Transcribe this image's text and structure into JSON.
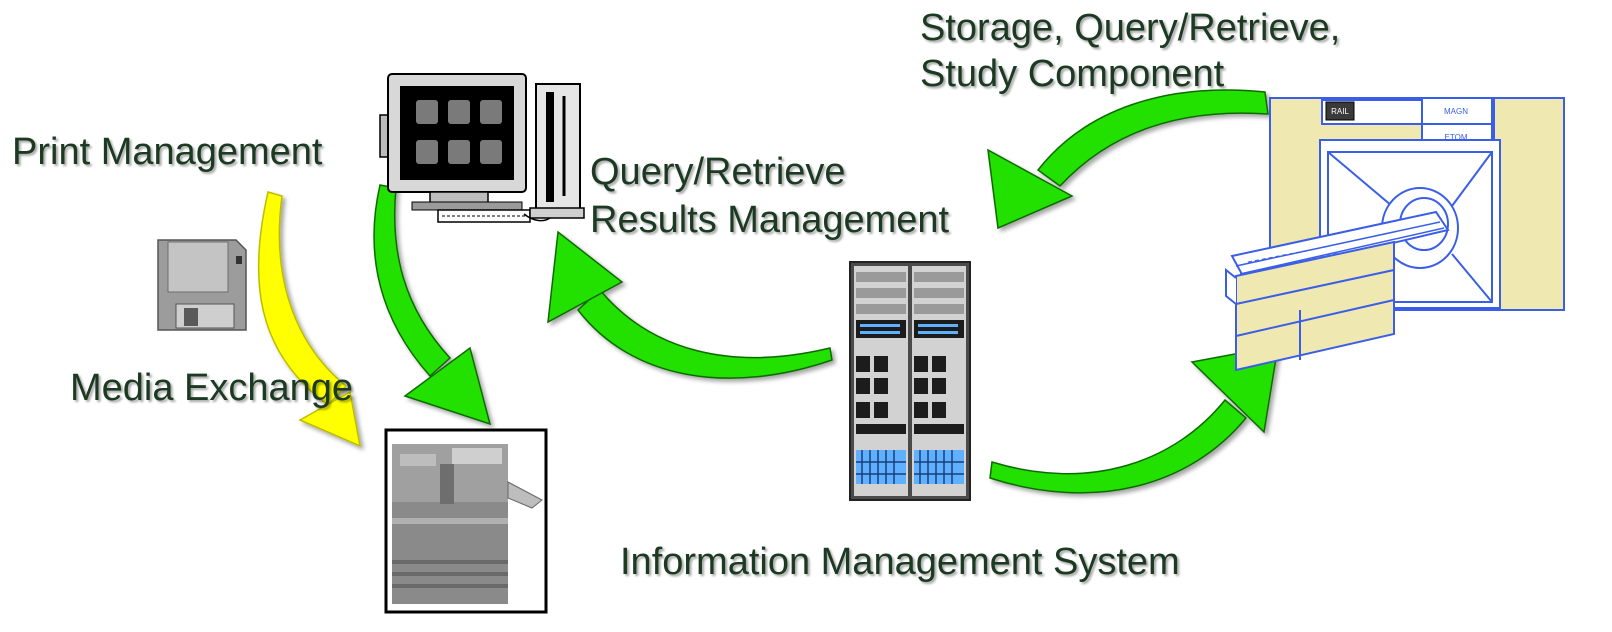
{
  "labels": {
    "storage_line1": "Storage, Query/Retrieve,",
    "storage_line2": "Study Component",
    "print_management": "Print Management",
    "qr_line1": "Query/Retrieve",
    "qr_line2": "Results Management",
    "media_exchange": "Media Exchange",
    "ims": "Information Management System"
  },
  "mri_panel": {
    "top_label": "MAGN",
    "bottom_label": "ETOM",
    "logo": "RAIL"
  },
  "colors": {
    "arrow_green": "#22e000",
    "arrow_green_dark": "#0f6b00",
    "arrow_yellow": "#ffff00",
    "mri_fill": "#efe8b0",
    "mri_line": "#3a5ee8",
    "text": "#1c3a22"
  },
  "icons": [
    "workstation-icon",
    "floppy-disk-icon",
    "printer-icon",
    "server-rack-icon",
    "mri-scanner-icon"
  ]
}
